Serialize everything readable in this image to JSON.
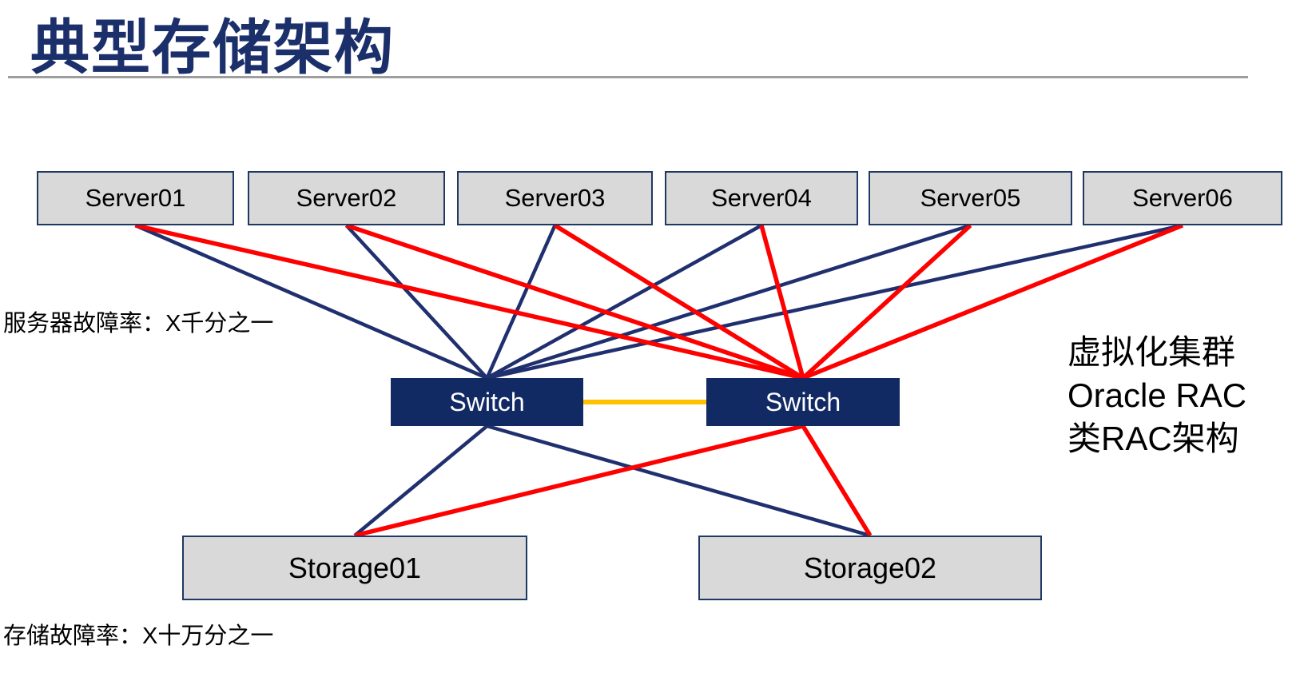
{
  "title": "典型存储架构",
  "notes": {
    "server_failure_rate": "服务器故障率：X千分之一",
    "storage_failure_rate": "存储故障率：X十万分之一",
    "cluster_line1": "虚拟化集群",
    "cluster_line2": "Oracle RAC",
    "cluster_line3": "类RAC架构"
  },
  "nodes": {
    "servers": [
      {
        "id": "server1",
        "label": "Server01"
      },
      {
        "id": "server2",
        "label": "Server02"
      },
      {
        "id": "server3",
        "label": "Server03"
      },
      {
        "id": "server4",
        "label": "Server04"
      },
      {
        "id": "server5",
        "label": "Server05"
      },
      {
        "id": "server6",
        "label": "Server06"
      }
    ],
    "switches": [
      {
        "id": "switch1",
        "label": "Switch"
      },
      {
        "id": "switch2",
        "label": "Switch"
      }
    ],
    "storages": [
      {
        "id": "storage1",
        "label": "Storage01"
      },
      {
        "id": "storage2",
        "label": "Storage02"
      }
    ]
  },
  "edges": [
    {
      "from": "server1",
      "from_side": "bottom",
      "to": "switch1",
      "to_side": "top",
      "color": "navy",
      "width": 4.5
    },
    {
      "from": "server2",
      "from_side": "bottom",
      "to": "switch1",
      "to_side": "top",
      "color": "navy",
      "width": 4.5
    },
    {
      "from": "server3",
      "from_side": "bottom",
      "to": "switch1",
      "to_side": "top",
      "color": "navy",
      "width": 4.5
    },
    {
      "from": "server4",
      "from_side": "bottom",
      "to": "switch1",
      "to_side": "top",
      "color": "navy",
      "width": 4.5
    },
    {
      "from": "server5",
      "from_side": "bottom",
      "to": "switch1",
      "to_side": "top",
      "color": "navy",
      "width": 4.5
    },
    {
      "from": "server6",
      "from_side": "bottom",
      "to": "switch1",
      "to_side": "top",
      "color": "navy",
      "width": 4.5
    },
    {
      "from": "switch1",
      "from_side": "bottom",
      "to": "storage1",
      "to_side": "top",
      "color": "navy",
      "width": 4.5
    },
    {
      "from": "switch1",
      "from_side": "bottom",
      "to": "storage2",
      "to_side": "top",
      "color": "navy",
      "width": 4.5
    },
    {
      "from": "server1",
      "from_side": "bottom",
      "to": "switch2",
      "to_side": "top",
      "color": "red",
      "width": 5.5
    },
    {
      "from": "server2",
      "from_side": "bottom",
      "to": "switch2",
      "to_side": "top",
      "color": "red",
      "width": 5.5
    },
    {
      "from": "server3",
      "from_side": "bottom",
      "to": "switch2",
      "to_side": "top",
      "color": "red",
      "width": 5.5
    },
    {
      "from": "server4",
      "from_side": "bottom",
      "to": "switch2",
      "to_side": "top",
      "color": "red",
      "width": 5.5
    },
    {
      "from": "server5",
      "from_side": "bottom",
      "to": "switch2",
      "to_side": "top",
      "color": "red",
      "width": 5.5
    },
    {
      "from": "server6",
      "from_side": "bottom",
      "to": "switch2",
      "to_side": "top",
      "color": "red",
      "width": 5.5
    },
    {
      "from": "switch2",
      "from_side": "bottom",
      "to": "storage1",
      "to_side": "top",
      "color": "red",
      "width": 5.5
    },
    {
      "from": "switch2",
      "from_side": "bottom",
      "to": "storage2",
      "to_side": "top",
      "color": "red",
      "width": 5.5
    },
    {
      "from": "switch1",
      "from_side": "right",
      "to": "switch2",
      "to_side": "left",
      "color": "yellow",
      "width": 6
    }
  ],
  "colors": {
    "navy": "#20306f",
    "red": "#ff0000",
    "yellow": "#ffc000",
    "title": "#1b2f6a",
    "switch_fill": "#122a64",
    "box_fill": "#d9d9d9",
    "box_border": "#1f3864",
    "divider": "#9e9e9e"
  }
}
